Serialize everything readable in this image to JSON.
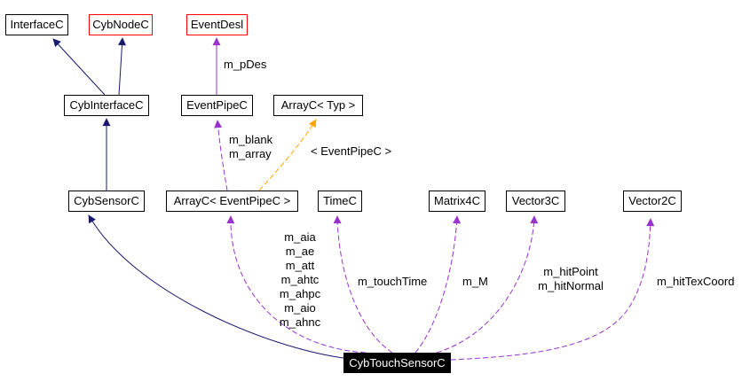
{
  "diagram": {
    "type": "collaboration-graph",
    "focus_class": "CybTouchSensorC",
    "colors": {
      "inheritance_edge": "#191970",
      "usage_edge": "#9a32cd",
      "template_edge": "#ffa500",
      "node_border": "#000000",
      "highlight_node_border": "#ff0000",
      "focus_node_bg": "#000000",
      "focus_node_text": "#ffffff"
    },
    "nodes": {
      "interfacec": {
        "label": "InterfaceC"
      },
      "cybnodec": {
        "label": "CybNodeC"
      },
      "eventdesl": {
        "label": "EventDesl"
      },
      "cybinterfacec": {
        "label": "CybInterfaceC"
      },
      "eventpipec": {
        "label": "EventPipeC"
      },
      "arrayc_typ": {
        "label": "ArrayC< Typ >"
      },
      "cybsensorc": {
        "label": "CybSensorC"
      },
      "arrayc_eventpipec": {
        "label": "ArrayC< EventPipeC >"
      },
      "timec": {
        "label": "TimeC"
      },
      "matrix4c": {
        "label": "Matrix4C"
      },
      "vector3c": {
        "label": "Vector3C"
      },
      "vector2c": {
        "label": "Vector2C"
      },
      "cybtouchsensorc": {
        "label": "CybTouchSensorC"
      }
    },
    "edge_labels": {
      "m_pdes": "m_pDes",
      "blank_array": "m_blank\nm_array",
      "template_args": "< EventPipeC >",
      "array_members": "m_aia\nm_ae\nm_att\nm_ahtc\nm_ahpc\nm_aio\nm_ahnc",
      "touch_time": "m_touchTime",
      "m_m": "m_M",
      "hit_vectors": "m_hitPoint\nm_hitNormal",
      "hit_tex_coord": "m_hitTexCoord"
    },
    "edges": [
      {
        "from": "CybInterfaceC",
        "to": "InterfaceC",
        "type": "inheritance",
        "label": ""
      },
      {
        "from": "CybInterfaceC",
        "to": "CybNodeC",
        "type": "inheritance",
        "label": ""
      },
      {
        "from": "EventPipeC",
        "to": "EventDesl",
        "type": "usage",
        "label": "m_pDes"
      },
      {
        "from": "ArrayC< EventPipeC >",
        "to": "EventPipeC",
        "type": "usage",
        "label": "m_blank m_array"
      },
      {
        "from": "ArrayC< EventPipeC >",
        "to": "ArrayC< Typ >",
        "type": "template-instance",
        "label": "< EventPipeC >"
      },
      {
        "from": "CybSensorC",
        "to": "CybInterfaceC",
        "type": "inheritance",
        "label": ""
      },
      {
        "from": "CybTouchSensorC",
        "to": "CybSensorC",
        "type": "inheritance",
        "label": ""
      },
      {
        "from": "CybTouchSensorC",
        "to": "ArrayC< EventPipeC >",
        "type": "usage",
        "label": "m_aia m_ae m_att m_ahtc m_ahpc m_aio m_ahnc"
      },
      {
        "from": "CybTouchSensorC",
        "to": "TimeC",
        "type": "usage",
        "label": "m_touchTime"
      },
      {
        "from": "CybTouchSensorC",
        "to": "Matrix4C",
        "type": "usage",
        "label": "m_M"
      },
      {
        "from": "CybTouchSensorC",
        "to": "Vector3C",
        "type": "usage",
        "label": "m_hitPoint m_hitNormal"
      },
      {
        "from": "CybTouchSensorC",
        "to": "Vector2C",
        "type": "usage",
        "label": "m_hitTexCoord"
      }
    ]
  }
}
